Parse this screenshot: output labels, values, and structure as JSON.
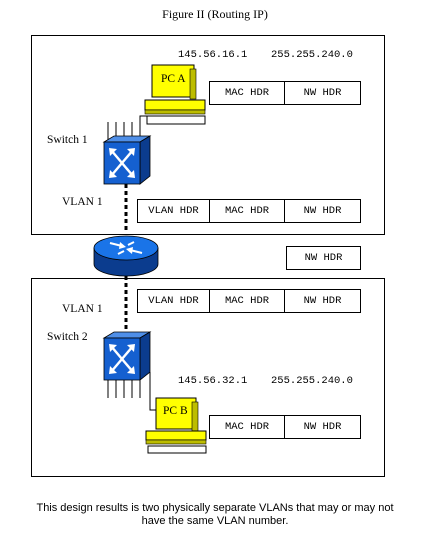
{
  "figure": {
    "title": "Figure II (Routing IP)"
  },
  "top_segment": {
    "pc": {
      "label": "PC A",
      "ip": "145.56.16.1",
      "mask": "255.255.240.0",
      "frame": [
        "MAC HDR",
        "NW HDR"
      ]
    },
    "switch_label": "Switch 1",
    "vlan_label": "VLAN 1",
    "trunk_frame": [
      "VLAN HDR",
      "MAC HDR",
      "NW HDR"
    ]
  },
  "router": {
    "frame": [
      "NW HDR"
    ]
  },
  "bottom_segment": {
    "vlan_label": "VLAN 1",
    "switch_label": "Switch 2",
    "trunk_frame": [
      "VLAN HDR",
      "MAC HDR",
      "NW HDR"
    ],
    "pc": {
      "label": "PC B",
      "ip": "145.56.32.1",
      "mask": "255.255.240.0",
      "frame": [
        "MAC HDR",
        "NW HDR"
      ]
    }
  },
  "caption": {
    "line1": "This design results is two physically separate VLANs that may or may not",
    "line2": "have the same VLAN number."
  },
  "colors": {
    "switch": "#1560d0",
    "pc": "#ffff00",
    "router": "#1560d0",
    "line": "#000000"
  }
}
